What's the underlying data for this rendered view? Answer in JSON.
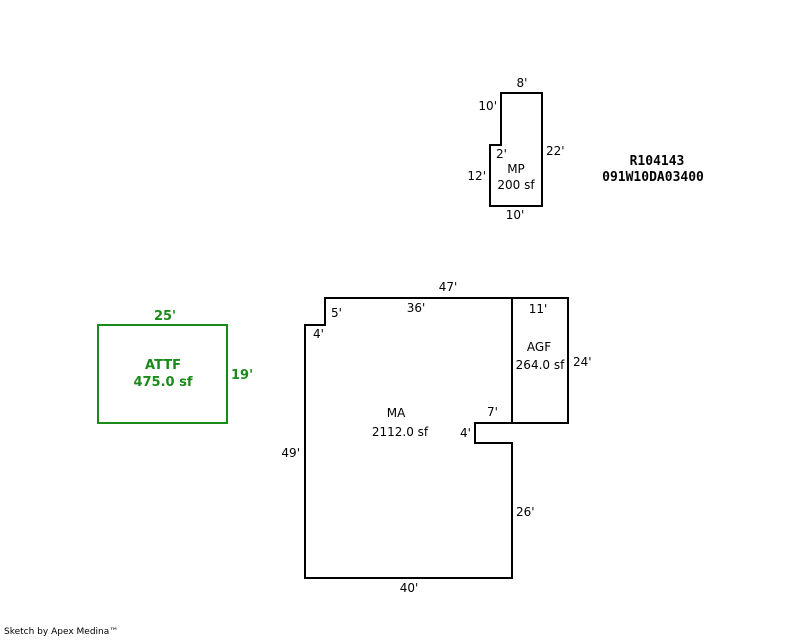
{
  "colors": {
    "outline": "#000000",
    "attached": "#1a8a1a"
  },
  "parcel": {
    "account": "R104143",
    "map_tax_lot": "091W10DA03400"
  },
  "mp": {
    "code": "MP",
    "area": "200 sf",
    "dims": {
      "top": "8'",
      "upper_left": "10'",
      "right": "22'",
      "notch": "2'",
      "lower_left": "12'",
      "bottom": "10'"
    }
  },
  "attf": {
    "code": "ATTF",
    "area": "475.0 sf",
    "dims": {
      "top": "25'",
      "right": "19'"
    }
  },
  "ma": {
    "code": "MA",
    "area": "2112.0 sf",
    "dims": {
      "overall_top": "47'",
      "top": "36'",
      "step_top": "5'",
      "step_side": "4'",
      "left": "49'",
      "bottom": "40'",
      "right": "26'",
      "notch_top": "7'",
      "notch_side": "4'"
    }
  },
  "agf": {
    "code": "AGF",
    "area": "264.0 sf",
    "dims": {
      "top": "11'",
      "right": "24'"
    }
  },
  "credit": "Sketch by Apex Medina™"
}
